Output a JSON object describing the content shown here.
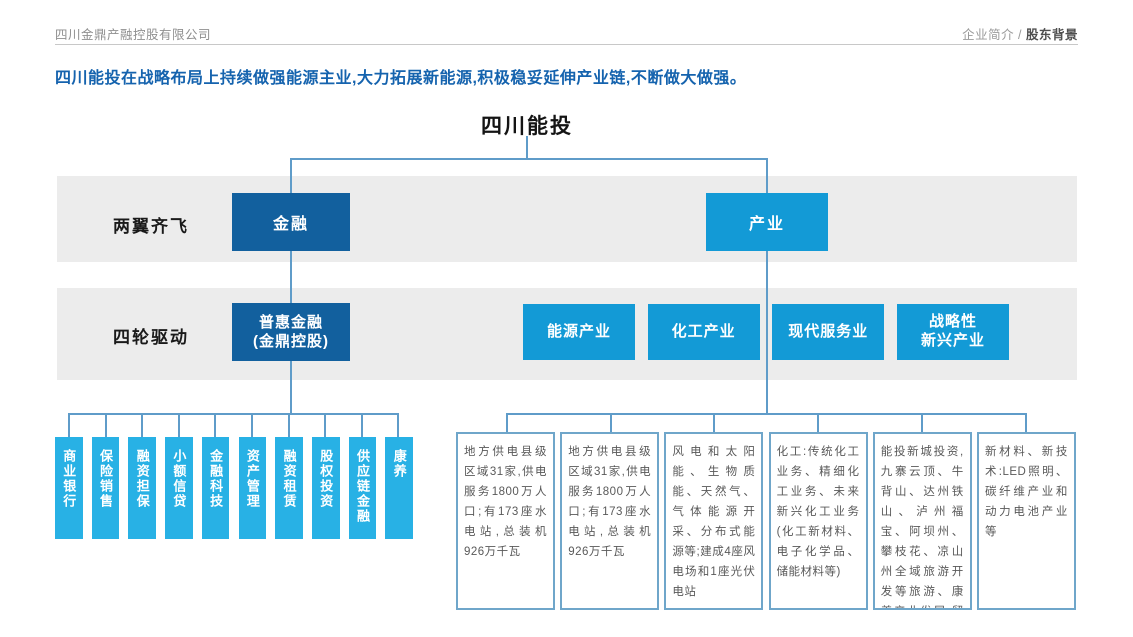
{
  "colors": {
    "dark_blue": "#12609e",
    "medium_blue": "#139ad6",
    "cyan_blue": "#28b1e5",
    "connector_blue": "#5f9cc9",
    "band_gray": "#ececec",
    "intro_blue": "#1563ae"
  },
  "header": {
    "company": "四川金鼎产融控股有限公司",
    "section": "企业简介 / ",
    "page": "股东背景"
  },
  "intro": "四川能投在战略布局上持续做强能源主业,大力拓展新能源,积极稳妥延伸产业链,不断做大做强。",
  "tree": {
    "root": "四川能投",
    "row1_label": "两翼齐飞",
    "row2_label": "四轮驱动",
    "finance": "金融",
    "industry": "产业",
    "inclusive_finance": "普惠金融\n(金鼎控股)",
    "industry_segments": [
      "能源产业",
      "化工产业",
      "现代服务业",
      "战略性\n新兴产业"
    ],
    "finance_subsidiaries": [
      "商业银行",
      "保险销售",
      "融资担保",
      "小额信贷",
      "金融科技",
      "资产管理",
      "融资租赁",
      "股权投资",
      "供应链金融",
      "康养"
    ],
    "industry_descriptions": [
      "地方供电县级区域31家,供电服务1800万人口;有173座水电站,总装机926万千瓦",
      "地方供电县级区域31家,供电服务1800万人口;有173座水电站,总装机926万千瓦",
      "风电和太阳能、生物质能、天然气、气体能源开采、分布式能源等;建成4座风电场和1座光伏电站",
      "化工:传统化工业务、精细化工业务、未来新兴化工业务(化工新材料、电子化学品、储能材料等)",
      "能投新城投资,九寨云顶、牛背山、达州铁山、泸州福宝、阿坝州、攀枝花、凉山州全域旅游开发等旅游、康养产业发展,贸易板块,供应链集成服务商等",
      "新材料、新技术:LED照明、碳纤维产业和动力电池产业等"
    ]
  }
}
